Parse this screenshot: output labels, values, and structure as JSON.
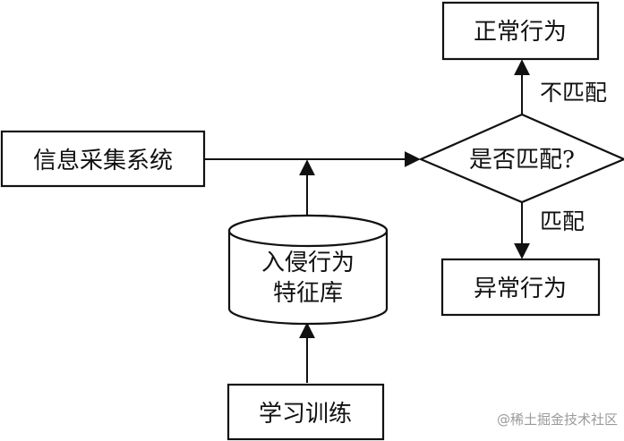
{
  "diagram": {
    "nodes": {
      "collection_system": "信息采集系统",
      "decision": "是否匹配?",
      "normal_behavior": "正常行为",
      "abnormal_behavior": "异常行为",
      "signature_db_line1": "入侵行为",
      "signature_db_line2": "特征库",
      "training": "学习训练"
    },
    "edges": {
      "not_match_label": "不匹配",
      "match_label": "匹配"
    }
  },
  "watermark": "@稀土掘金技术社区"
}
